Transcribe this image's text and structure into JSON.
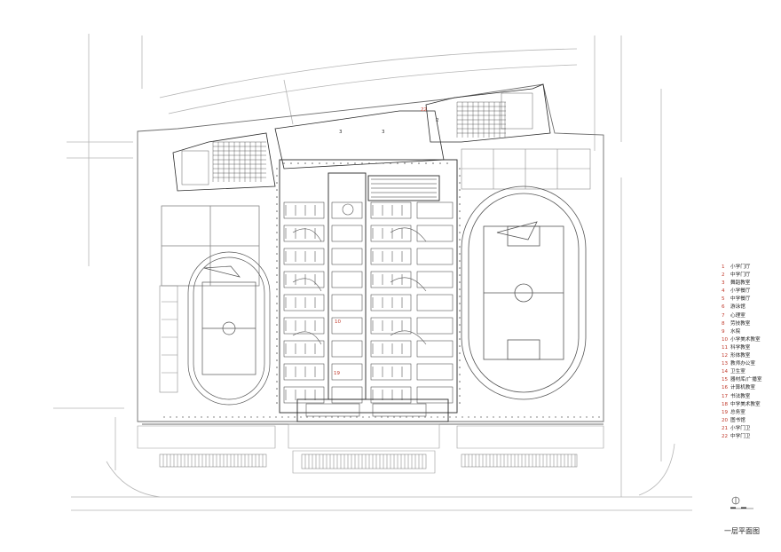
{
  "legend": {
    "items": [
      {
        "num": "1",
        "label": "小学门厅"
      },
      {
        "num": "2",
        "label": "中学门厅"
      },
      {
        "num": "3",
        "label": "舞蹈教室"
      },
      {
        "num": "4",
        "label": "小学餐厅"
      },
      {
        "num": "5",
        "label": "中学餐厅"
      },
      {
        "num": "6",
        "label": "游泳馆"
      },
      {
        "num": "7",
        "label": "心理室"
      },
      {
        "num": "8",
        "label": "劳技教室"
      },
      {
        "num": "9",
        "label": "水院"
      },
      {
        "num": "10",
        "label": "小学美术教室"
      },
      {
        "num": "11",
        "label": "科学教室"
      },
      {
        "num": "12",
        "label": "形体教室"
      },
      {
        "num": "13",
        "label": "教师办公室"
      },
      {
        "num": "14",
        "label": "卫生室"
      },
      {
        "num": "15",
        "label": "器材库/广播室"
      },
      {
        "num": "16",
        "label": "计算机教室"
      },
      {
        "num": "17",
        "label": "书法教室"
      },
      {
        "num": "18",
        "label": "中学美术教室"
      },
      {
        "num": "19",
        "label": "总务室"
      },
      {
        "num": "20",
        "label": "图书馆"
      },
      {
        "num": "21",
        "label": "小学门卫"
      },
      {
        "num": "22",
        "label": "中学门卫"
      }
    ]
  },
  "plan_tags": {
    "t22": "22",
    "t2": "2",
    "t3a": "3",
    "t3b": "3",
    "t10": "10",
    "t19": "19"
  },
  "title": "一层平面图",
  "colors": {
    "line": "#8a8a8a",
    "dark_line": "#2a2a2a",
    "accent": "#c0392b"
  }
}
